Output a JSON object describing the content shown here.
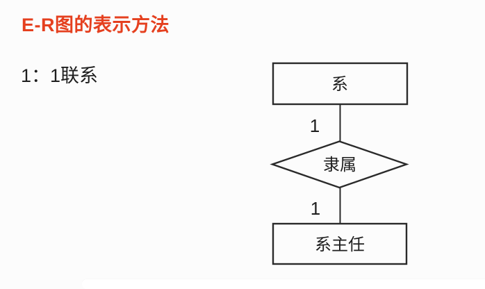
{
  "page": {
    "background_color": "#fcfcfc",
    "title": "E-R图的表示方法",
    "title_color": "#e5401f",
    "subtitle": "1：1联系"
  },
  "diagram": {
    "line_color": "#2a2a2a",
    "top_entity": "系",
    "top_cardinality": "1",
    "relationship": "隶属",
    "bottom_cardinality": "1",
    "bottom_entity": "系主任"
  }
}
